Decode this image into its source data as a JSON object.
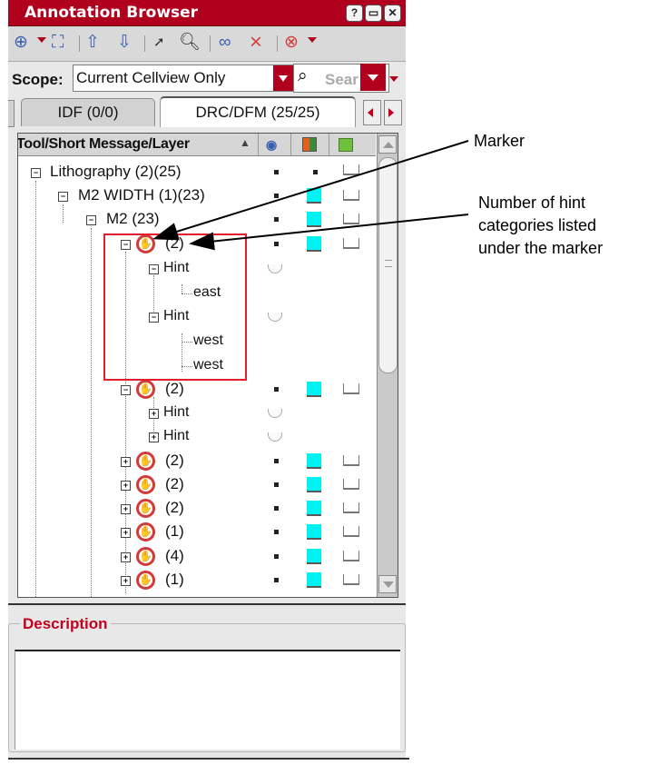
{
  "window": {
    "title": "Annotation Browser",
    "buttons": [
      "?",
      "▭",
      "✕"
    ]
  },
  "toolbar": {
    "icons": [
      "target-icon",
      "zoom-fit-icon",
      "up-arrow-icon",
      "down-arrow-icon",
      "pointer-icon",
      "zoom-icon",
      "link-icon",
      "unlink-icon",
      "delete-icon"
    ]
  },
  "scope": {
    "label": "Scope:",
    "value": "Current Cellview Only"
  },
  "search": {
    "placeholder": "Sear"
  },
  "tabs": [
    {
      "label": "IDF (0/0)",
      "active": false
    },
    {
      "label": "DRC/DFM (25/25)",
      "active": true
    }
  ],
  "tree": {
    "header": "Tool/Short Message/Layer",
    "rows": [
      {
        "label": "Lithography (2)(25)"
      },
      {
        "label": "M2 WIDTH (1)(23)"
      },
      {
        "label": "M2 (23)"
      },
      {
        "label": "(2)"
      },
      {
        "label": "Hint"
      },
      {
        "label": "east"
      },
      {
        "label": "Hint"
      },
      {
        "label": "west"
      },
      {
        "label": "west"
      },
      {
        "label": "(2)"
      },
      {
        "label": "Hint"
      },
      {
        "label": "Hint"
      },
      {
        "label": "(2)"
      },
      {
        "label": "(2)"
      },
      {
        "label": "(2)"
      },
      {
        "label": "(1)"
      },
      {
        "label": "(4)"
      },
      {
        "label": "(1)"
      }
    ]
  },
  "description": {
    "label": "Description"
  },
  "callouts": {
    "marker": "Marker",
    "hint_count": [
      "Number of hint",
      "categories listed",
      "under the marker"
    ]
  },
  "colors": {
    "title_bar": "#b0001e",
    "accent": "#00f2f2",
    "highlight": "#e01f2a"
  }
}
